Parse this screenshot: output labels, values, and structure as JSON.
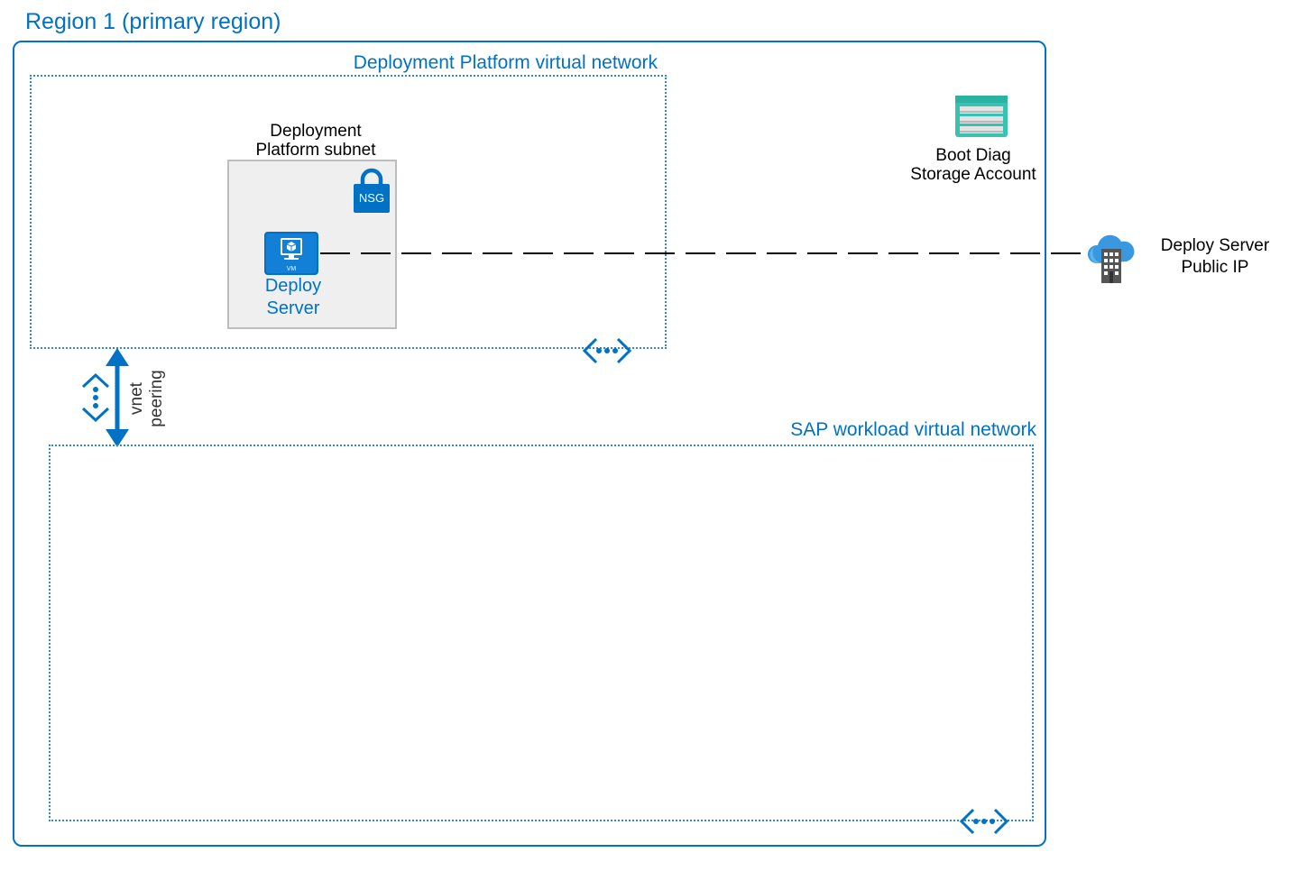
{
  "region": {
    "title": "Region 1 (primary region)"
  },
  "deployment_vnet": {
    "label": "Deployment Platform virtual network"
  },
  "subnet": {
    "line1": "Deployment",
    "line2": "Platform subnet"
  },
  "nsg": {
    "label": "NSG"
  },
  "vm": {
    "line1": "Deploy",
    "line2": "Server",
    "badge": "VM"
  },
  "storage": {
    "line1": "Boot Diag",
    "line2": "Storage Account"
  },
  "public_ip": {
    "line1": "Deploy Server",
    "line2": "Public IP"
  },
  "peering": {
    "line1": "vnet",
    "line2": "peering"
  },
  "sap_vnet": {
    "label": "SAP workload virtual network"
  },
  "colors": {
    "azure_blue": "#0072C6",
    "dotted_border": "#2B88D8",
    "subnet_fill": "#EFEFEF",
    "storage_teal": "#37C2B1"
  }
}
